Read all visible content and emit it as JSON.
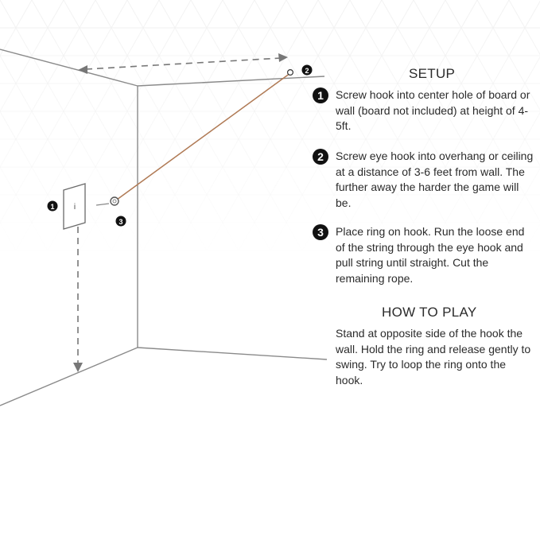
{
  "setup": {
    "title": "SETUP",
    "steps": [
      {
        "number": "1",
        "text": "Screw hook into center hole of board or wall (board not included) at height of 4-5ft."
      },
      {
        "number": "2",
        "text": "Screw eye hook into overhang or ceiling at a distance of 3-6 feet from wall. The further away the harder the game will be."
      },
      {
        "number": "3",
        "text": "Place ring on hook. Run the loose end of the string through the eye hook and pull string until straight. Cut the remaining rope."
      }
    ]
  },
  "how_to_play": {
    "title": "HOW TO PLAY",
    "text": "Stand at opposite side of the hook the wall. Hold the ring and release gently to swing. Try to loop the ring onto the hook."
  },
  "diagram": {
    "markers": {
      "board": "1",
      "eye_hook": "2",
      "ring": "3"
    },
    "board_hook_glyph": "i",
    "colors": {
      "string": "#b07a55",
      "lines": "#8a8a8a",
      "dashed": "#777777",
      "marker": "#111111",
      "pattern": "#f1f1f1"
    }
  }
}
